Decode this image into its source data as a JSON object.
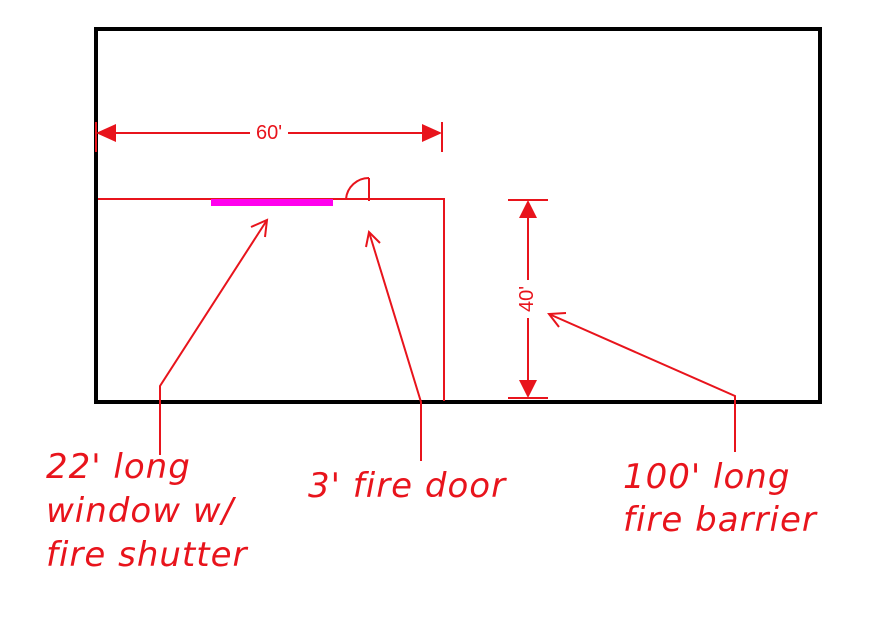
{
  "diagram": {
    "colors": {
      "background": "#ffffff",
      "outline": "#000000",
      "annotation": "#e8141c",
      "window": "#ff00ee"
    },
    "dimensions": {
      "width_label": "60'",
      "height_label": "40'"
    },
    "callouts": {
      "window": {
        "lines": [
          "22' long",
          "window w/",
          "fire shutter"
        ]
      },
      "door": {
        "lines": [
          "3' fire door"
        ]
      },
      "barrier": {
        "lines": [
          "100' long",
          "fire barrier"
        ]
      }
    }
  }
}
